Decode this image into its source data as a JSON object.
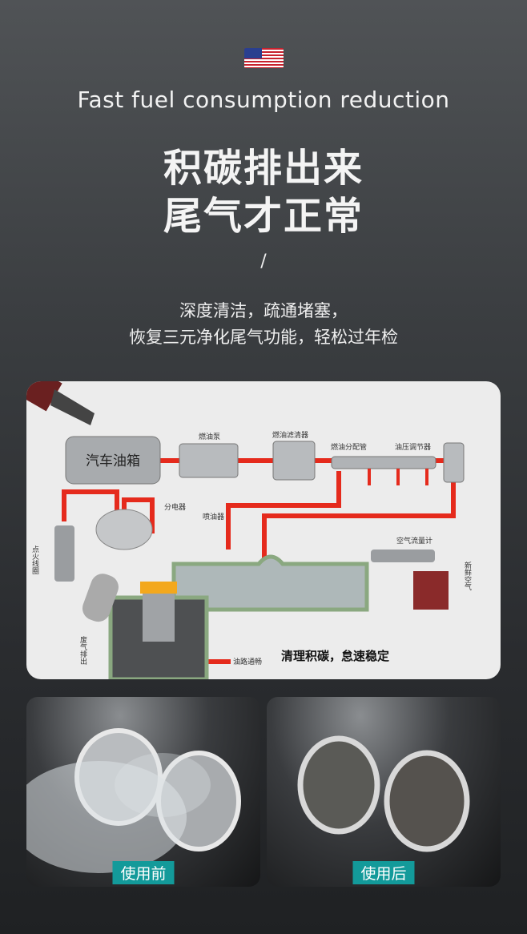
{
  "header": {
    "flag_icon": "us-flag-icon",
    "english_title": "Fast fuel consumption reduction",
    "title_line1": "积碳排出来",
    "title_line2": "尾气才正常",
    "divider": "/",
    "subtitle_line1": "深度清洁，疏通堵塞，",
    "subtitle_line2": "恢复三元净化尾气功能，轻松过年检"
  },
  "diagram": {
    "fuel_tank": "汽车油箱",
    "fuel_pump": "燃油泵",
    "fuel_filter": "燃油滤清器",
    "fuel_rail": "燃油分配管",
    "pressure_regulator": "油压调节器",
    "distributor": "分电器",
    "injector": "喷油器",
    "ignition_coil": "点火线圈",
    "air_flow_meter": "空气流量计",
    "fresh_air": "新鲜空气",
    "exhaust": "废气排出",
    "legend_oil_line": "油路通畅",
    "caption": "清理积碳，怠速稳定"
  },
  "comparison": {
    "before_label": "使用前",
    "after_label": "使用后"
  },
  "colors": {
    "pipe": "#e52a1c",
    "tag": "#139a9a",
    "card": "#ececec"
  }
}
